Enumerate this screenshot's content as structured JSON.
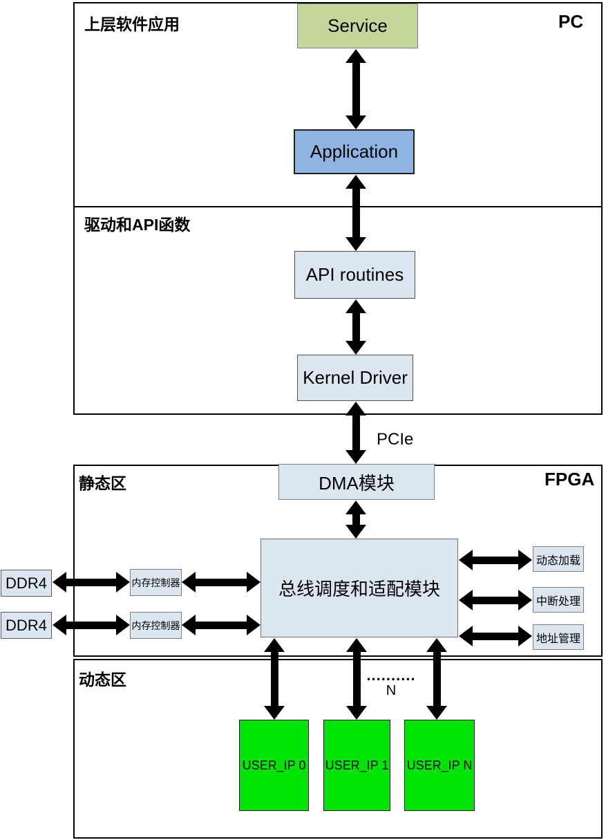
{
  "diagram": {
    "pc": {
      "region_label": "PC",
      "sections": {
        "upper": {
          "label": "上层软件应用"
        },
        "driver": {
          "label": "驱动和API函数"
        }
      },
      "nodes": {
        "service": "Service",
        "application": "Application",
        "api_routines": "API routines",
        "kernel_driver": "Kernel Driver"
      }
    },
    "link": {
      "pcie": "PCIe"
    },
    "fpga": {
      "region_label": "FPGA",
      "sections": {
        "static": {
          "label": "静态区"
        },
        "dynamic": {
          "label": "动态区"
        }
      },
      "nodes": {
        "dma": "DMA模块",
        "bus": "总线调度和适配模块",
        "ddr": [
          "DDR4",
          "DDR4"
        ],
        "mem_ctrl": [
          "内存控制器",
          "内存控制器"
        ],
        "side": [
          "动态加载",
          "中断处理",
          "地址管理"
        ],
        "user_ip": [
          "USER_IP 0",
          "USER_IP 1",
          "USER_IP N"
        ]
      },
      "ellipsis": "..........",
      "n_label": "N"
    },
    "colors": {
      "service_fill": "#c3d69b",
      "application_fill": "#8db4e2",
      "module_fill": "#dce6f1",
      "user_ip_fill": "#00e406",
      "arrow_color": "#000000"
    }
  }
}
